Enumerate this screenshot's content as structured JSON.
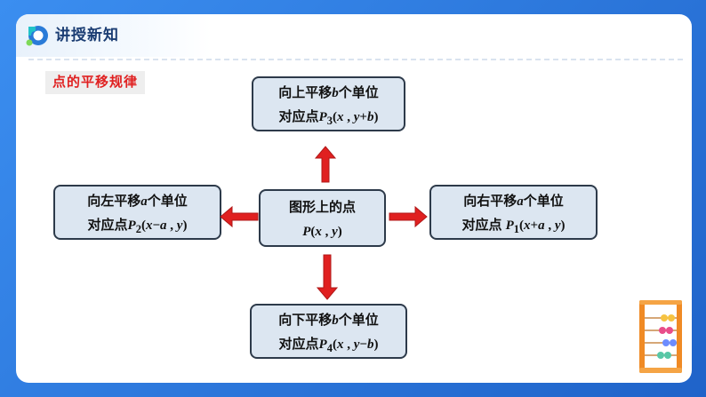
{
  "header": {
    "title": "讲授新知",
    "logo_icon": "logo-icon"
  },
  "section": {
    "tag": "点的平移规律"
  },
  "center_box": {
    "line1": "图形上的点",
    "line2": {
      "point": "P",
      "open": "(",
      "x": "x",
      "sep": " , ",
      "y": "y",
      "close": ")"
    }
  },
  "up_box": {
    "line1": {
      "pre": "向上平移",
      "var": "b",
      "post": "个单位"
    },
    "line2": {
      "label": "对应点",
      "point": "P",
      "sub": "3",
      "open": "(",
      "x": "x",
      "sep": " , ",
      "y": "y",
      "op": "+",
      "var": "b",
      "close": ")"
    }
  },
  "left_box": {
    "line1": {
      "pre": "向左平移",
      "var": "a",
      "post": "个单位"
    },
    "line2": {
      "label": "对应点",
      "point": "P",
      "sub": "2",
      "open": "(",
      "x": "x",
      "op": "−",
      "var": "a",
      "sep": " , ",
      "y": "y",
      "close": ")"
    }
  },
  "right_box": {
    "line1": {
      "pre": "向右平移",
      "var": "a",
      "post": "个单位"
    },
    "line2": {
      "label": "对应点 ",
      "point": "P",
      "sub": "1",
      "open": "(",
      "x": "x",
      "op": "+",
      "var": "a",
      "sep": " , ",
      "y": "y",
      "close": ")"
    }
  },
  "down_box": {
    "line1": {
      "pre": "向下平移",
      "var": "b",
      "post": "个单位"
    },
    "line2": {
      "label": "对应点",
      "point": "P",
      "sub": "4",
      "open": "(",
      "x": "x",
      "sep": " , ",
      "y": "y",
      "op": "−",
      "var": "b",
      "close": ")"
    }
  },
  "colors": {
    "frame": "#2a7bd8",
    "box_fill": "#dce6f1",
    "box_border": "#2d3a4a",
    "arrow": "#e02020",
    "tag_text": "#e02020",
    "title_text": "#1b3d73"
  },
  "decoration": {
    "abacus_icon": "abacus-icon"
  }
}
